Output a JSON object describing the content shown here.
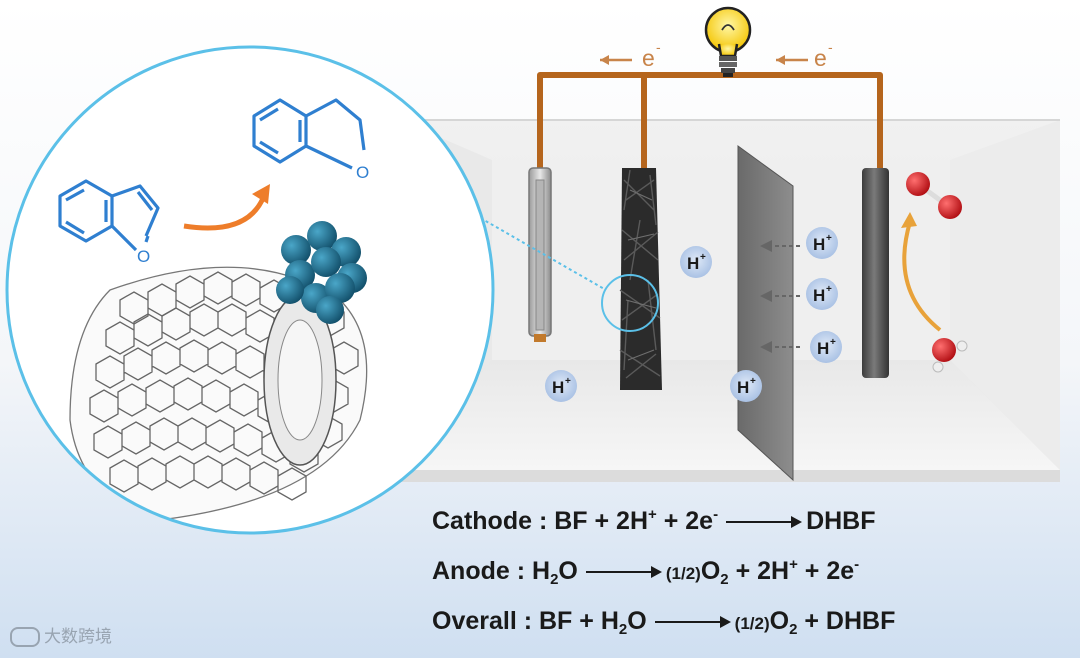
{
  "labels": {
    "electron_left": "e",
    "electron_right": "e",
    "electron_charge": "-",
    "proton": "H",
    "proton_charge": "+",
    "molecule_heteroatom": "O"
  },
  "equations": {
    "cathode": {
      "label": "Cathode",
      "sep": " : ",
      "lhs_1": "BF + 2H",
      "lhs_1_sup": "+",
      "lhs_2": " + 2e",
      "lhs_2_sup": "-",
      "rhs": "DHBF"
    },
    "anode": {
      "label": "Anode",
      "sep": " : ",
      "lhs_1": "H",
      "lhs_1_sub": "2",
      "lhs_2": "O",
      "rhs_frac": "(1/2)",
      "rhs_1": "O",
      "rhs_1_sub": "2",
      "rhs_2": " + 2H",
      "rhs_2_sup": "+",
      "rhs_3": " + 2e",
      "rhs_3_sup": "-"
    },
    "overall": {
      "label": "Overall",
      "sep": " : ",
      "lhs_1": "BF + H",
      "lhs_1_sub": "2",
      "lhs_2": "O",
      "rhs_frac": "(1/2)",
      "rhs_1": "O",
      "rhs_1_sub": "2",
      "rhs_2": " +  DHBF"
    }
  },
  "watermark": {
    "text": "大数跨境"
  },
  "colors": {
    "wire": "#b5651d",
    "electron_label": "#c8844a",
    "molecule_blue": "#2f7fd0",
    "reaction_arrow": "#ee7d2a",
    "oxygen_red": "#d4161c",
    "nanoparticle": "#1f6e8f",
    "magnifier_ring": "#5bc0e8",
    "proton_bubble": "#b8cbe8",
    "equation_text": "#1a1a1a"
  }
}
